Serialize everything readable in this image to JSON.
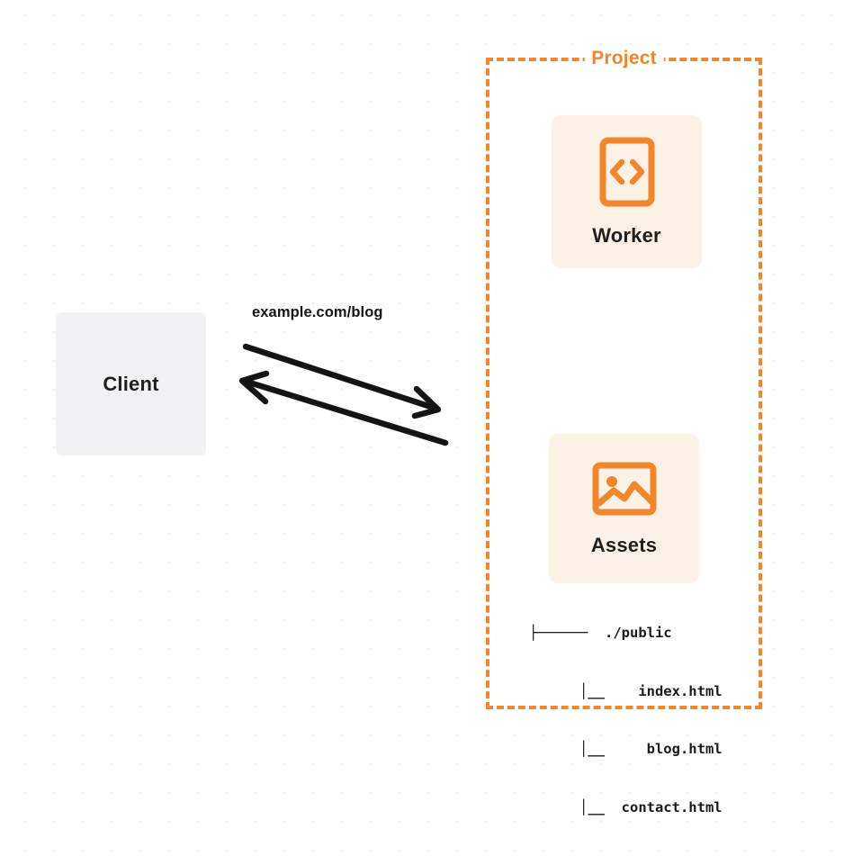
{
  "diagram": {
    "type": "architecture-flow",
    "background": {
      "style": "dotted-grid",
      "dot_color": "#ededf0",
      "page_color": "#ffffff"
    },
    "accent_color": "#f2862c",
    "card_fill": "#fdf1e6",
    "client_fill": "#f2f2f4",
    "text_color": "#1f1f1f"
  },
  "client": {
    "label": "Client"
  },
  "edge": {
    "label": "example.com/blog",
    "request_direction": "client-to-project",
    "response_direction": "project-to-client"
  },
  "project": {
    "title": "Project",
    "border_style": "dashed",
    "border_color": "#f2862c",
    "nodes": [
      {
        "label": "Worker",
        "icon": "code-brackets-icon"
      },
      {
        "label": "Assets",
        "icon": "image-icon"
      }
    ],
    "file_tree": [
      "├──────  ./public",
      "      │__    index.html",
      "      │__     blog.html",
      "      │__  contact.html"
    ]
  }
}
